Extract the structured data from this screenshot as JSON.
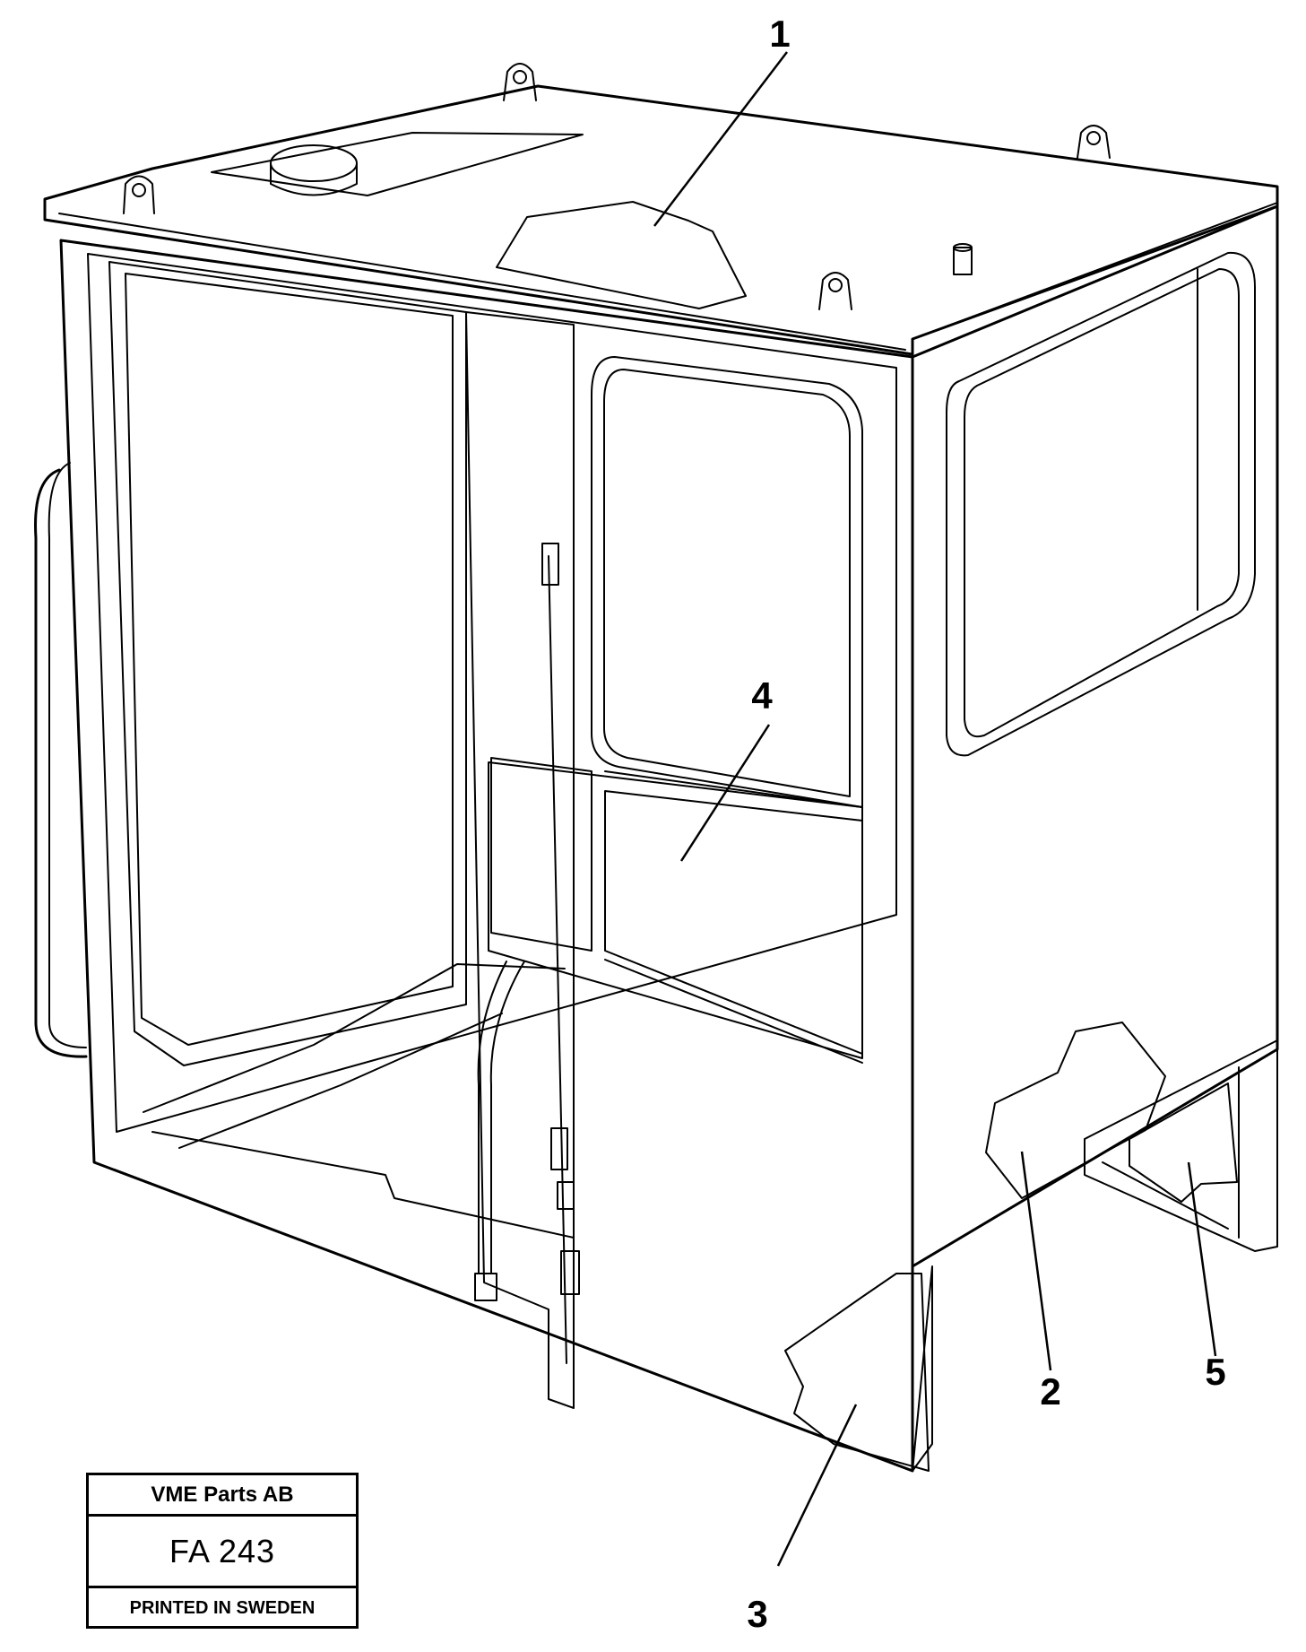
{
  "diagram": {
    "callouts": [
      {
        "id": "1",
        "label": "1"
      },
      {
        "id": "2",
        "label": "2"
      },
      {
        "id": "3",
        "label": "3"
      },
      {
        "id": "4",
        "label": "4"
      },
      {
        "id": "5",
        "label": "5"
      }
    ]
  },
  "title_block": {
    "company": "VME Parts AB",
    "code": "FA 243",
    "printed": "PRINTED IN SWEDEN"
  }
}
